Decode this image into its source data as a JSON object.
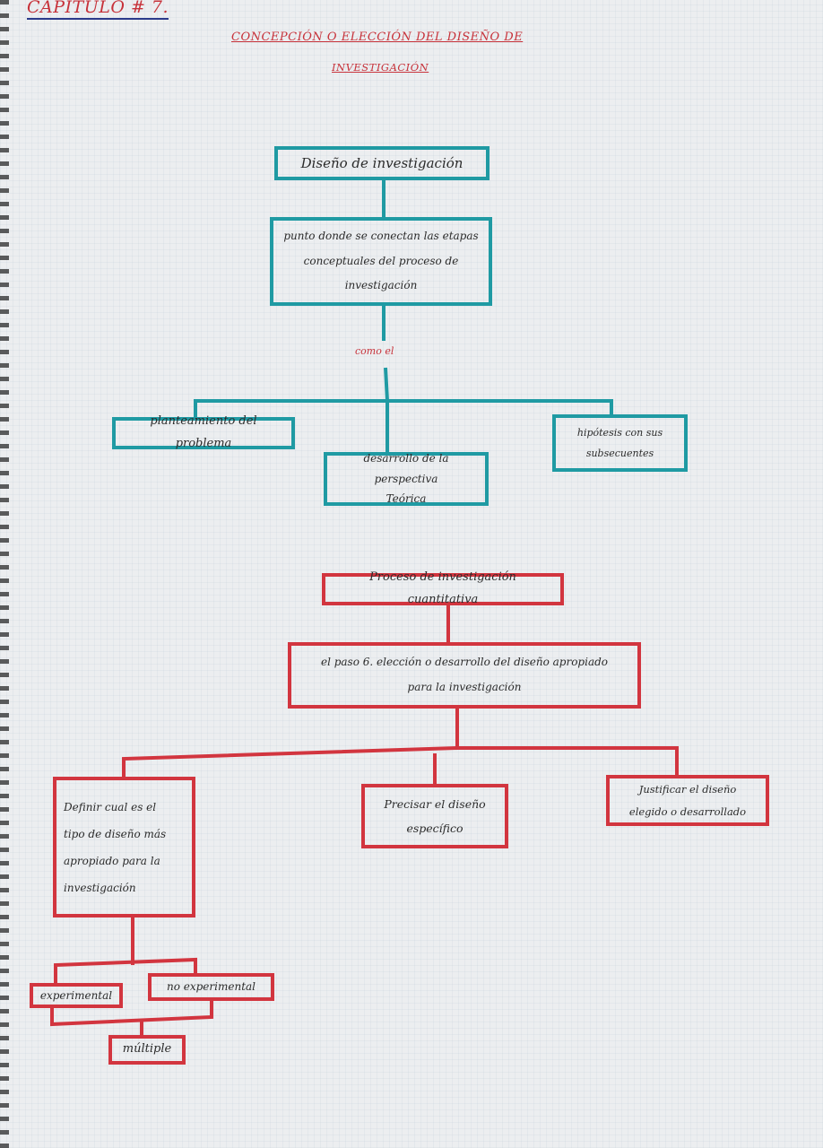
{
  "chapter": "CAPITULO # 7.",
  "title_line1": "CONCEPCIÓN O ELECCIÓN DEL DISEÑO DE",
  "title_line2": "INVESTIGACIÓN",
  "teal_map": {
    "root": "Diseño de investigación",
    "definition_1": "punto donde se conectan las etapas",
    "definition_2": "conceptuales del proceso de",
    "definition_3": "investigación",
    "connector": "como el",
    "child_left": "planteamiento del problema",
    "child_center_1": "desarrollo de la perspectiva",
    "child_center_2": "Teórica",
    "child_right_1": "hipótesis con sus",
    "child_right_2": "subsecuentes"
  },
  "red_map": {
    "root": "Proceso de investigación cuantitativa",
    "definition_1": "el paso 6. elección o desarrollo del diseño apropiado",
    "definition_2": "para la investigación",
    "child_left_1": "Definir cual es el",
    "child_left_2": "tipo de diseño más",
    "child_left_3": "apropiado para la",
    "child_left_4": "investigación",
    "child_center_1": "Precisar el diseño",
    "child_center_2": "específico",
    "child_right_1": "Justificar el diseño",
    "child_right_2": "elegido o desarrollado",
    "type_experimental": "experimental",
    "type_non_experimental": "no experimental",
    "type_multiple": "múltiple"
  }
}
